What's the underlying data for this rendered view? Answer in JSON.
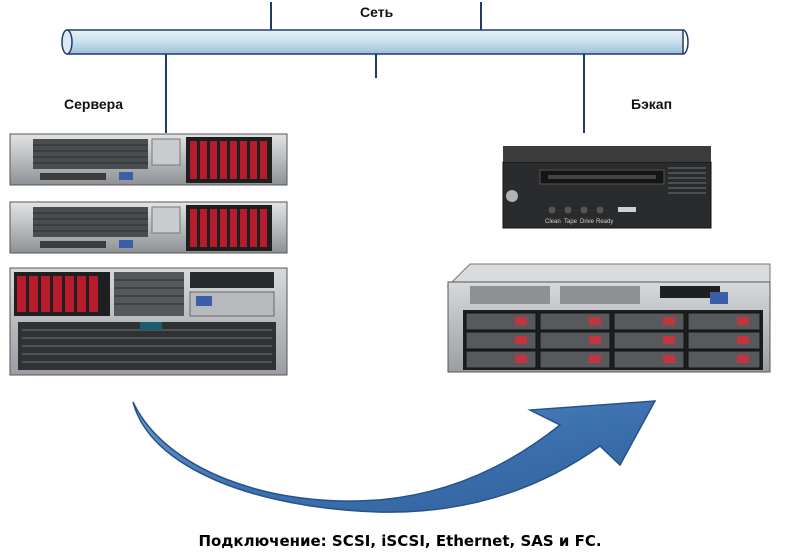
{
  "network": {
    "label": "Сеть"
  },
  "servers": {
    "label": "Сервера"
  },
  "backup": {
    "label": "Бэкап"
  },
  "tape_drive": {
    "buttons": [
      "Clean",
      "Tape",
      "Drive",
      "Ready"
    ]
  },
  "caption": "Подключение: SCSI, iSCSI, Ethernet, SAS и FC.",
  "colors": {
    "bus_fill": "#cde1ef",
    "arrow_fill": "#3d71ad",
    "arrow_edge": "#26528a"
  }
}
